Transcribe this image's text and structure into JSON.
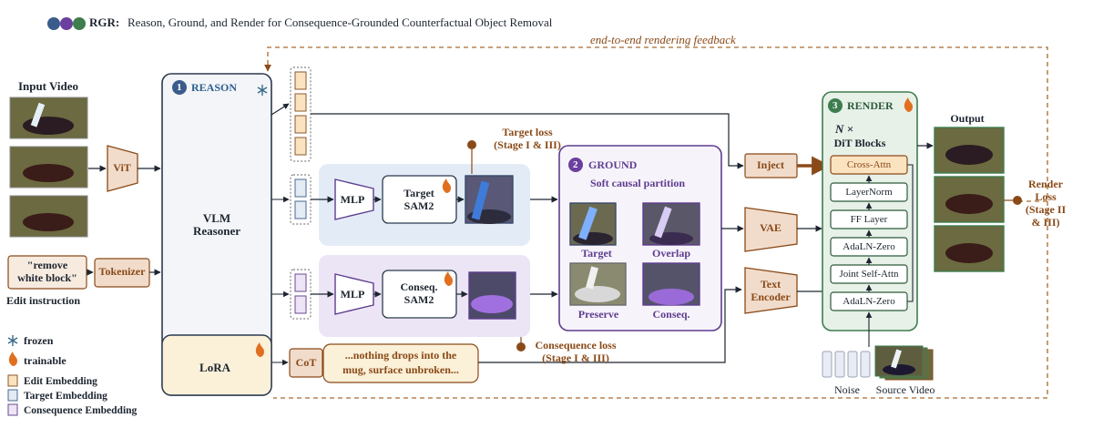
{
  "header": {
    "title_prefix": "RGR:",
    "title": "Reason, Ground, and Render for Consequence-Grounded Counterfactual Object Removal",
    "dot_colors": [
      "#3b5b8c",
      "#6a3f9e",
      "#3e7d4e"
    ]
  },
  "feedback_label": "end-to-end rendering feedback",
  "input": {
    "title": "Input Video",
    "instruction_line1": "\"remove",
    "instruction_line2": "white block\"",
    "instruction_caption": "Edit instruction",
    "vit": "ViT",
    "tokenizer": "Tokenizer"
  },
  "reason": {
    "number": "1",
    "title": "REASON",
    "body_line1": "VLM",
    "body_line2": "Reasoner",
    "lora": "LoRA"
  },
  "target_branch": {
    "mlp": "MLP",
    "sam_line1": "Target",
    "sam_line2": "SAM2",
    "loss_line1": "Target loss",
    "loss_line2": "(Stage I & III)"
  },
  "conseq_branch": {
    "mlp": "MLP",
    "sam_line1": "Conseq.",
    "sam_line2": "SAM2",
    "loss_line1": "Consequence loss",
    "loss_line2": "(Stage I & III)"
  },
  "cot": {
    "label": "CoT",
    "text_line1": "...nothing drops into the",
    "text_line2": "mug, surface unbroken..."
  },
  "ground": {
    "number": "2",
    "title": "GROUND",
    "subtitle": "Soft causal partition",
    "cells": [
      "Target",
      "Overlap",
      "Preserve",
      "Conseq."
    ]
  },
  "middle": {
    "inject": "Inject",
    "vae": "VAE",
    "text_encoder_line1": "Text",
    "text_encoder_line2": "Encoder"
  },
  "render": {
    "number": "3",
    "title": "RENDER",
    "n_label": "N ×",
    "dit_label": "DiT Blocks",
    "layers": [
      "Cross-Attn",
      "LayerNorm",
      "FF Layer",
      "AdaLN-Zero",
      "Joint Self-Attn",
      "AdaLN-Zero"
    ]
  },
  "output": {
    "title": "Output",
    "render_loss_line1": "Render",
    "render_loss_line2": "Loss",
    "render_loss_line3": "(Stage II",
    "render_loss_line4": "& III)"
  },
  "bottom": {
    "noise": "Noise",
    "source_video": "Source Video"
  },
  "legend": {
    "frozen": "frozen",
    "trainable": "trainable",
    "edit_embedding": "Edit Embedding",
    "target_embedding": "Target Embedding",
    "consequence_embedding": "Consequence Embedding"
  },
  "colors": {
    "brown": "#8a4a18",
    "purple": "#5e3d8f",
    "navy": "#2b3f63",
    "green_panel": "#e7f1e8",
    "reason_panel": "#f3f5f8",
    "lora_fill": "#fbf0d8"
  }
}
